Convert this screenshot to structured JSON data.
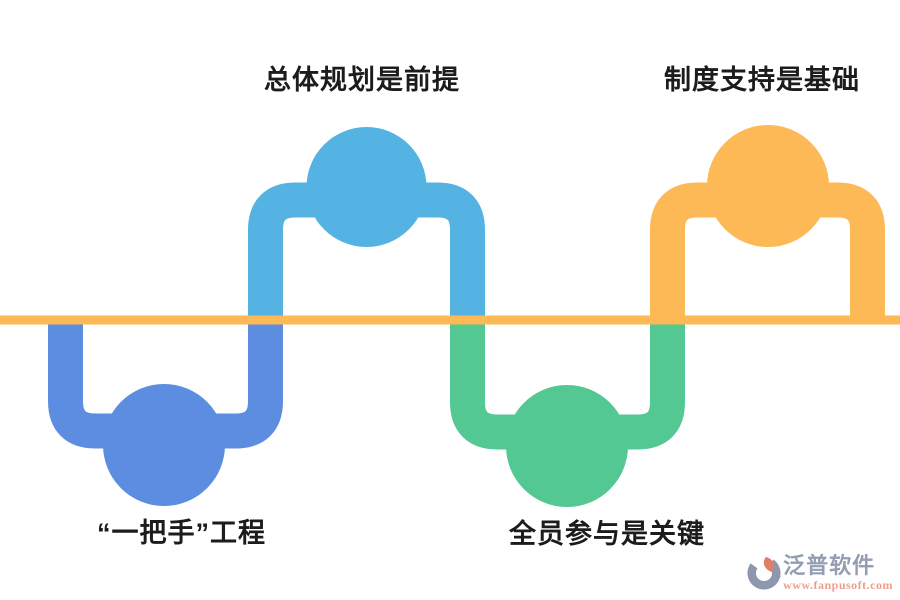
{
  "diagram": {
    "line_color": "#FDB956",
    "label_color": "#1C1C1C",
    "nodes": [
      {
        "id": "leader-project",
        "label": "“一把手”工程",
        "color": "#5C8DE0",
        "side": "below"
      },
      {
        "id": "overall-planning",
        "label": "总体规划是前提",
        "color": "#55B3E4",
        "side": "above"
      },
      {
        "id": "full-participation",
        "label": "全员参与是关键",
        "color": "#53C892",
        "side": "below"
      },
      {
        "id": "system-support",
        "label": "制度支持是基础",
        "color": "#FDB956",
        "side": "above"
      }
    ]
  },
  "watermark": {
    "brand": "泛普软件",
    "url": "www.fanpusoft.com",
    "brand_color": "#949DB2",
    "url_color": "#EE9E8E",
    "icon_gray": "#8E98AC",
    "icon_accent": "#DD8066"
  }
}
